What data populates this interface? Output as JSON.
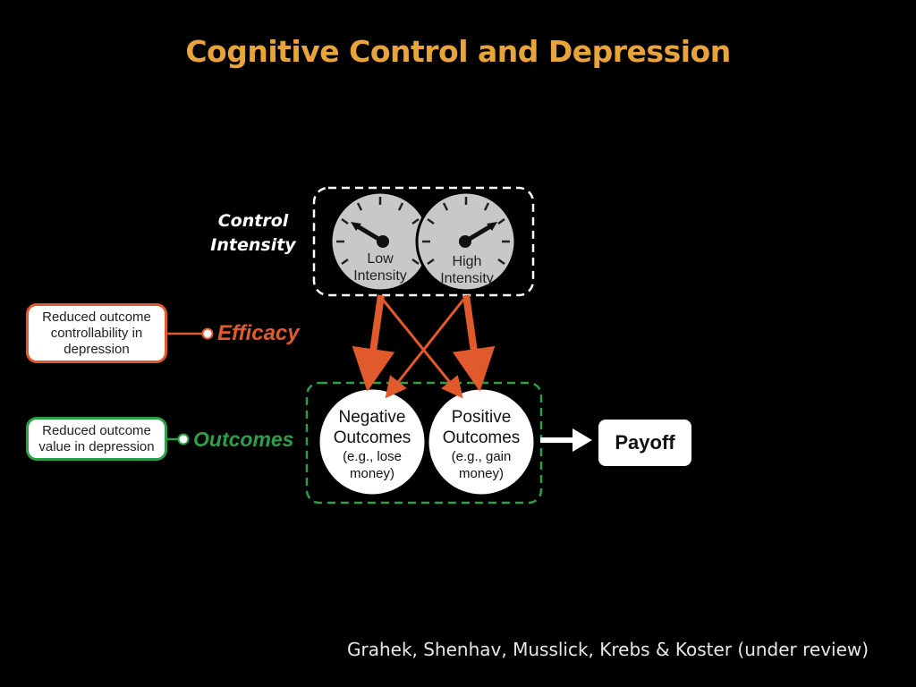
{
  "title": "Cognitive Control and Depression",
  "control_intensity": {
    "line1": "Control",
    "line2": "Intensity"
  },
  "gauges": {
    "low": {
      "line1": "Low",
      "line2": "Intensity"
    },
    "high": {
      "line1": "High",
      "line2": "Intensity"
    }
  },
  "efficacy": {
    "label": "Efficacy",
    "box_lines": [
      "Reduced outcome",
      "controllability in",
      "depression"
    ]
  },
  "outcomes": {
    "label": "Outcomes",
    "box_lines": [
      "Reduced outcome",
      "value in depression"
    ]
  },
  "negative_outcomes": {
    "line1": "Negative",
    "line2": "Outcomes",
    "line3": "(e.g., lose",
    "line4": "money)"
  },
  "positive_outcomes": {
    "line1": "Positive",
    "line2": "Outcomes",
    "line3": "(e.g., gain",
    "line4": "money)"
  },
  "payoff": "Payoff",
  "citation": "Grahek, Shenhav, Musslick, Krebs & Koster  (under review)",
  "colors": {
    "title": "#E8A33A",
    "efficacy": "#E05A2B",
    "outcomes": "#2E9E4A",
    "background": "#000000"
  }
}
